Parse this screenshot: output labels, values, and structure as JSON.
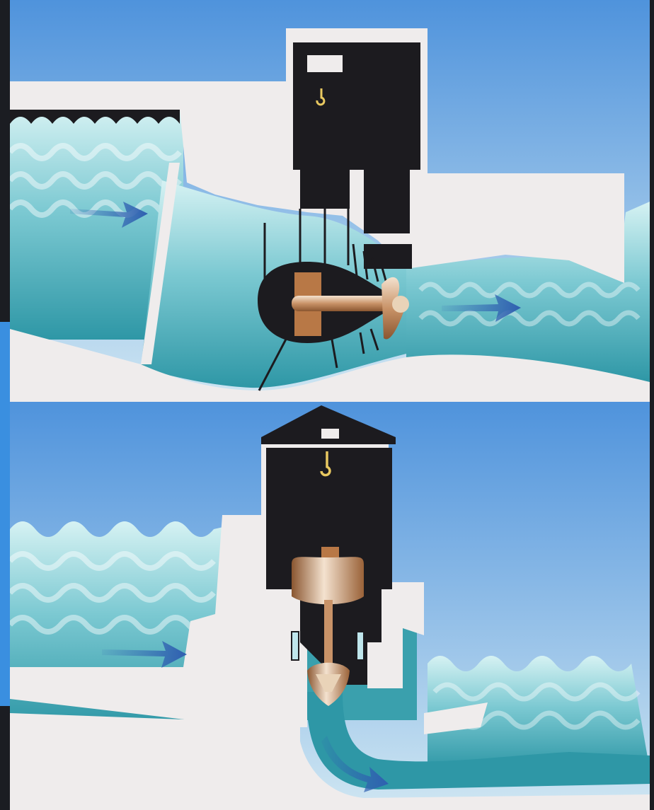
{
  "figure": {
    "panels": [
      {
        "id": "bulb-turbine",
        "depiction": "bulb-turbine-cross-section"
      },
      {
        "id": "kaplan-turbine",
        "depiction": "vertical-kaplan-turbine-cross-section"
      }
    ]
  },
  "icons": {
    "flow_arrow": "flow-arrow-icon",
    "crane_hook": "crane-hook-icon",
    "runner": "propeller-runner-icon"
  },
  "colors": {
    "sky_top": "#4f93dc",
    "sky_bottom": "#cfe6f2",
    "water_deep": "#2e97a6",
    "water_light": "#cdeff1",
    "concrete": "#efecec",
    "machinery": "#1c1b1f",
    "bronze": "#b87846",
    "arrow": "#2f5fb0"
  }
}
